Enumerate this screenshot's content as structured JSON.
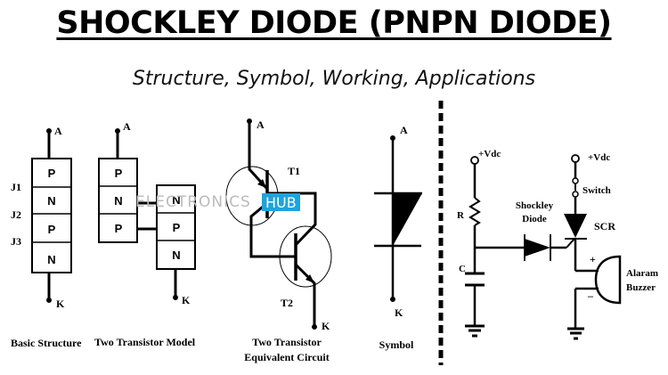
{
  "header": {
    "title": "SHOCKLEY DIODE (PNPN DIODE)",
    "subtitle": "Structure, Symbol, Working, Applications"
  },
  "watermark": {
    "brand": "ELECTRONICS",
    "brand_suffix": "HUB",
    "accent_color": "#1ea4dc"
  },
  "basic_structure": {
    "caption": "Basic Structure",
    "anode": "A",
    "cathode": "K",
    "layers": [
      "P",
      "N",
      "P",
      "N"
    ],
    "junctions": [
      "J1",
      "J2",
      "J3"
    ]
  },
  "two_transistor_model": {
    "caption": "Two Transistor Model",
    "anode": "A",
    "cathode": "K",
    "left_layers": [
      "P",
      "N",
      "P"
    ],
    "right_layers": [
      "N",
      "P",
      "N"
    ]
  },
  "equivalent_circuit": {
    "caption_line1": "Two Transistor",
    "caption_line2": "Equivalent Circuit",
    "anode": "A",
    "cathode": "K",
    "t1": "T1",
    "t2": "T2"
  },
  "symbol": {
    "caption": "Symbol",
    "anode": "A",
    "cathode": "K"
  },
  "application": {
    "vdc_left": "+Vdc",
    "vdc_right": "+Vdc",
    "resistor": "R",
    "capacitor": "C",
    "diode_line1": "Shockley",
    "diode_line2": "Diode",
    "switch": "Switch",
    "scr": "SCR",
    "plus": "+",
    "minus": "–",
    "buzzer_line1": "Alaram",
    "buzzer_line2": "Buzzer"
  }
}
